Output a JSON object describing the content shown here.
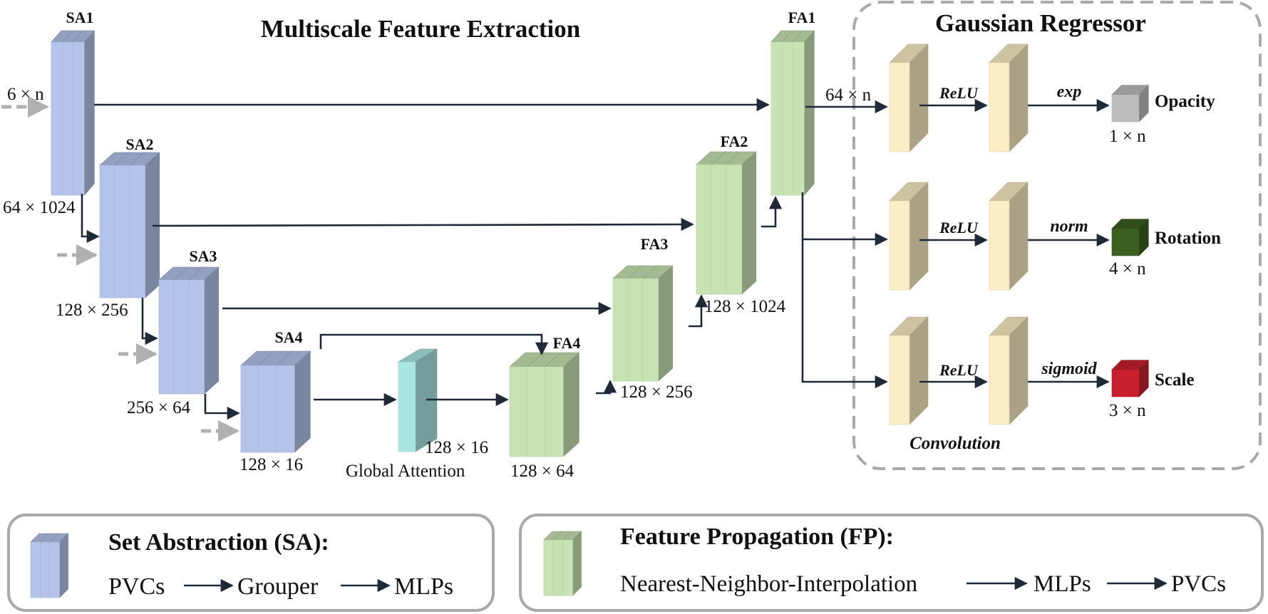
{
  "titles": {
    "extraction": "Multiscale Feature Extraction",
    "regressor": "Gaussian Regressor"
  },
  "encoder": {
    "sa1": {
      "name": "SA1",
      "in_dim": "6 × n",
      "out_dim": "64 × 1024"
    },
    "sa2": {
      "name": "SA2",
      "out_dim": "128 × 256"
    },
    "sa3": {
      "name": "SA3",
      "out_dim": "256 × 64"
    },
    "sa4": {
      "name": "SA4",
      "out_dim": "128 × 16"
    }
  },
  "attention": {
    "name": "Global Attention",
    "dim": "128 × 16"
  },
  "decoder": {
    "fa4": {
      "name": "FA4",
      "dim": "128 × 64"
    },
    "fa3": {
      "name": "FA3",
      "dim": "128 × 256"
    },
    "fa2": {
      "name": "FA2",
      "dim": "128 × 1024"
    },
    "fa1": {
      "name": "FA1",
      "dim": "64 × n"
    }
  },
  "regressor": {
    "conv_label": "Convolution",
    "activation": "ReLU",
    "heads": [
      {
        "func": "exp",
        "output": "Opacity",
        "dim": "1 × n",
        "color": "#bdbdbd"
      },
      {
        "func": "norm",
        "output": "Rotation",
        "dim": "4 × n",
        "color": "#3c5f22"
      },
      {
        "func": "sigmoid",
        "output": "Scale",
        "dim": "3 × n",
        "color": "#c8202f"
      }
    ]
  },
  "legend": {
    "sa": {
      "title": "Set Abstraction (SA):",
      "steps": [
        "PVCs",
        "Grouper",
        "MLPs"
      ]
    },
    "fp": {
      "title": "Feature Propagation (FP):",
      "steps": [
        "Nearest-Neighbor-Interpolation",
        "MLPs",
        "PVCs"
      ]
    }
  },
  "colors": {
    "sa_block": "#b4c3ea",
    "fa_block": "#c8e3b3",
    "attention_block": "#a9e6e2",
    "conv_block": "#fbeec4"
  }
}
